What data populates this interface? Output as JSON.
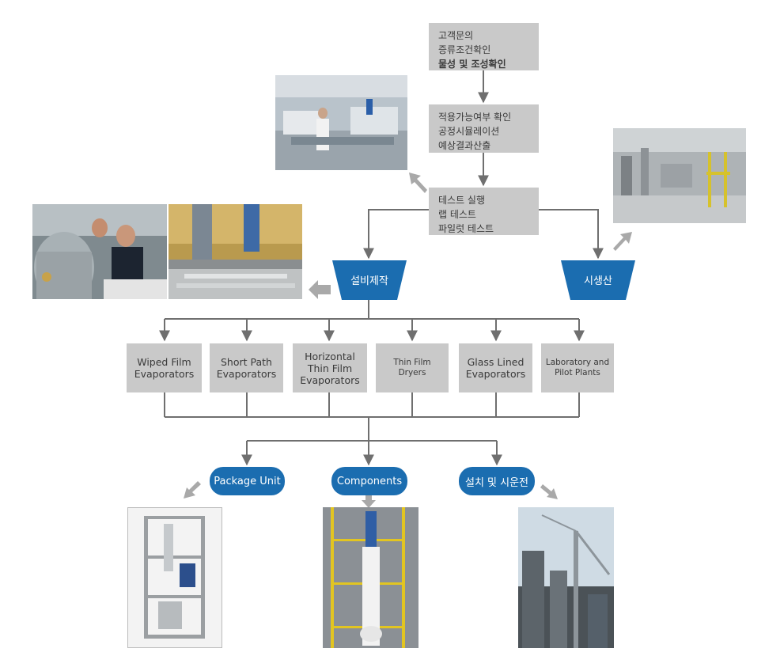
{
  "steps": [
    {
      "lines": [
        "고객문의",
        "증류조건확인"
      ],
      "bold_line": "물성 및 조성확인"
    },
    {
      "lines": [
        "적용가능여부 확인",
        "공정시뮬레이션",
        "예상결과산출"
      ]
    },
    {
      "lines": [
        "테스트 실행",
        "랩 테스트",
        "파일럿 테스트"
      ]
    }
  ],
  "branches": {
    "manufacturing": "설비제작",
    "trial_production": "시생산"
  },
  "products": [
    "Wiped Film Evaporators",
    "Short Path Evaporators",
    "Horizontal Thin Film Evaporators",
    "Thin Film Dryers",
    "Glass Lined Evaporators",
    "Laboratory and Pilot Plants"
  ],
  "products_lines": [
    [
      "Wiped Film",
      "Evaporators"
    ],
    [
      "Short Path",
      "Evaporators"
    ],
    [
      "Horizontal",
      "Thin Film",
      "Evaporators"
    ],
    [
      "Thin Film Dryers"
    ],
    [
      "Glass Lined",
      "Evaporators"
    ],
    [
      "Laboratory and",
      "Pilot Plants"
    ]
  ],
  "outcomes": [
    "Package Unit",
    "Components",
    "설치 및 시운전"
  ],
  "colors": {
    "box_gray": "#c9c9c9",
    "accent_blue": "#1b6db0",
    "connector": "#6f6f6f",
    "arrow_light": "#a9a9a9"
  },
  "photos": [
    "laboratory-photo",
    "engineer-photo",
    "machining-photo",
    "production-plant-photo",
    "package-unit-photo",
    "components-photo",
    "installation-site-photo"
  ]
}
